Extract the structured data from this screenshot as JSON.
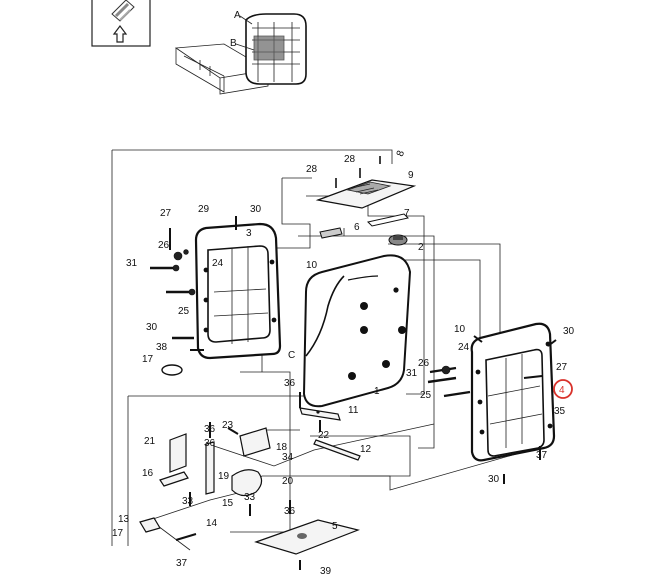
{
  "callouts": {
    "c1": "1",
    "c2": "2",
    "c3": "3",
    "c4": "4",
    "c5": "5",
    "c6": "6",
    "c7": "7",
    "c8": "8",
    "c9": "9",
    "c10": "10",
    "c11": "11",
    "c12": "12",
    "c13": "13",
    "c14": "14",
    "c15": "15",
    "c16": "16",
    "c17": "17",
    "c18": "18",
    "c19": "19",
    "c20": "20",
    "c21": "21",
    "c22": "22",
    "c23": "23",
    "c24": "24",
    "c25": "25",
    "c26": "26",
    "c27": "27",
    "c28": "28",
    "c29": "29",
    "c30": "30",
    "c31": "31",
    "c33": "33",
    "c34": "34",
    "c35": "35",
    "c36": "36",
    "c37": "37",
    "c38": "38",
    "c39": "39",
    "A": "A",
    "B": "B",
    "C": "C"
  },
  "highlight": {
    "label": "4",
    "color": "#d9322b"
  },
  "icons": {
    "key_icon": "key-tag-icon",
    "arrow_icon": "up-arrow-icon"
  }
}
